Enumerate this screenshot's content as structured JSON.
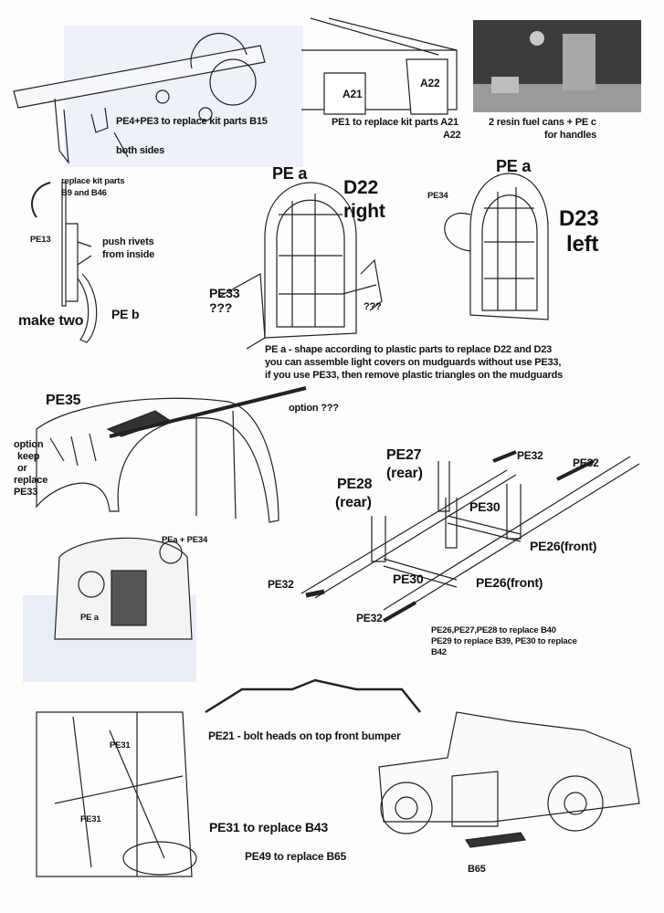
{
  "top": {
    "chassis_caption": "PE4+PE3 to replace kit parts B15",
    "chassis_note": "both sides",
    "mudguard_label_a21": "A21",
    "mudguard_label_a22": "A22",
    "mudguard_caption_1": "PE1 to replace kit parts A21",
    "mudguard_caption_2": "A22",
    "fuel_caption_1": "2 resin fuel cans + PE c",
    "fuel_caption_2": "for handles"
  },
  "step2": {
    "replace_1": "replace kit parts",
    "replace_2": "B9 and B46",
    "pe13": "PE13",
    "rivets_1": "push rivets",
    "rivets_2": "from inside",
    "peb": "PE b",
    "make_two": "make two"
  },
  "lights": {
    "right_pea": "PE a",
    "right_part": "D22",
    "right_side": "right",
    "pe33": "PE33",
    "q1": "???",
    "q2": "???",
    "left_pea": "PE a",
    "pe34": "PE34",
    "left_part": "D23",
    "left_side": "left",
    "note": [
      "PE a - shape according to plastic parts to replace D22 and D23",
      "you can assemble light covers on mudguards without use PE33,",
      "if you use PE33, then remove plastic triangles on the mudguards"
    ]
  },
  "fender": {
    "pe35": "PE35",
    "option_q": "option ???",
    "option_lines": [
      "option",
      "keep",
      "or",
      "replace",
      "PE33"
    ]
  },
  "frame": {
    "pe27": "PE27",
    "pe27_pos": "(rear)",
    "pe28": "PE28",
    "pe28_pos": "(rear)",
    "pe32_a": "PE32",
    "pe32_b": "PE32",
    "pe32_c": "PE32",
    "pe32_d": "PE32",
    "pe30_a": "PE30",
    "pe30_b": "PE30",
    "pe26_a": "PE26(front)",
    "pe26_b": "PE26(front)",
    "notes": [
      "PE26,PE27,PE28 to replace B40",
      "PE29 to replace B39, PE30 to replace",
      "B42"
    ]
  },
  "truck_photo": {
    "label_1": "PEa + PE34",
    "label_2": "PE a"
  },
  "bumper": {
    "caption": "PE21 - bolt heads on top front bumper"
  },
  "bottom": {
    "pe31_a": "PE31",
    "pe31_b": "PE31",
    "caption_1": "PE31 to replace B43",
    "caption_2": "PE49 to replace B65",
    "b65": "B65"
  }
}
